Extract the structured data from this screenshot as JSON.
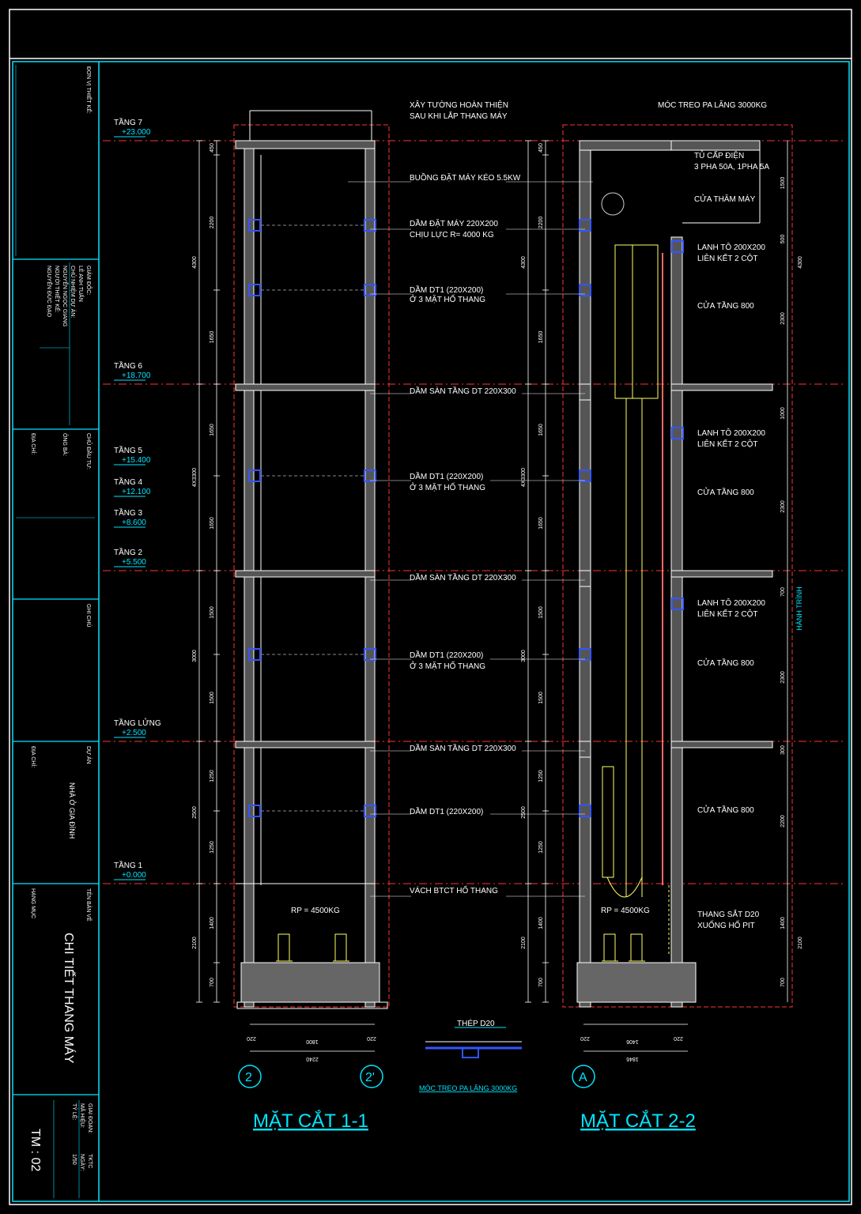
{
  "colors": {
    "bg": "#000000",
    "wall": "#ffffff",
    "level": "#ff3333",
    "cyan": "#00e5ff",
    "yellow": "#ffff66",
    "beam": "#3355ff",
    "hatch": "#888888"
  },
  "levels": [
    {
      "name": "TẦNG 7",
      "elev": "+23.000"
    },
    {
      "name": "TẦNG 6",
      "elev": "+18.700"
    },
    {
      "name": "TẦNG 5",
      "elev": "+15.400"
    },
    {
      "name": "TẦNG 4",
      "elev": "+12.100"
    },
    {
      "name": "TẦNG 3",
      "elev": "+8.600"
    },
    {
      "name": "TẦNG 2",
      "elev": "+5.500"
    },
    {
      "name": "TẦNG LỬNG",
      "elev": "+2.500"
    },
    {
      "name": "TẦNG 1",
      "elev": "+0.000"
    }
  ],
  "left_dims": {
    "outer": [
      "4300",
      "4X3300",
      "3000",
      "2500",
      "2100"
    ],
    "inner": [
      "450",
      "2200",
      "1650",
      "1650",
      "1650",
      "1500",
      "1500",
      "1250",
      "1250",
      "1400",
      "700"
    ]
  },
  "mid_dims": {
    "outer": [
      "4300",
      "4X3300",
      "3000",
      "2500",
      "2100"
    ],
    "inner": [
      "450",
      "2200",
      "1650",
      "1650",
      "1650",
      "1500",
      "1500",
      "1250",
      "1250",
      "1400",
      "700"
    ]
  },
  "right_dims": [
    "1500",
    "500",
    "4300",
    "2300",
    "1000",
    "2300",
    "700",
    "2300",
    "300",
    "2200",
    "2100",
    "1400",
    "700"
  ],
  "travel_label": "HÀNH TRÌNH",
  "labels_center": [
    "XÂY TƯỜNG HOÀN THIỆN",
    "SAU KHI LẮP THANG MÁY",
    "BUỒNG ĐẶT MÁY KÉO 5.5KW",
    "DẦM ĐẶT MÁY 220X200",
    "CHỊU LỰC R= 4000 KG",
    "DẦM DT1 (220X200)",
    "Ở 3 MẶT HỐ THANG",
    "DẦM SÀN TẦNG DT 220X300",
    "DẦM DT1 (220X200)",
    "Ở 3 MẶT HỐ THANG",
    "DẦM SÀN TẦNG DT 220X300",
    "DẦM DT1 (220X200)",
    "Ở 3 MẶT HỐ THANG",
    "DẦM SÀN TẦNG DT 220X300",
    "DẦM DT1 (220X200)",
    "VÁCH BTCT HỐ THANG"
  ],
  "labels_right": [
    "MÓC TREO PA LĂNG 3000KG",
    "TỦ CẤP ĐIỆN",
    "3 PHA 50A, 1PHA 5A",
    "CỬA THĂM MÁY",
    "LANH TÔ 200X200",
    "LIÊN KẾT 2 CỘT",
    "CỬA TẦNG 800",
    "LANH TÔ 200X200",
    "LIÊN KẾT 2 CỘT",
    "CỬA TẦNG 800",
    "LANH TÔ 200X200",
    "LIÊN KẾT 2 CỘT",
    "CỬA TẦNG 800",
    "CỬA TẦNG 800",
    "THANG SẮT D20",
    "XUỐNG HỐ PIT"
  ],
  "rp": "RP = 4500KG",
  "bottom_left": {
    "d1": "220",
    "d2": "1800",
    "d3": "220",
    "total": "2240",
    "axis1": "2",
    "axis2": "2'"
  },
  "bottom_right": {
    "d1": "220",
    "d2": "1406",
    "d3": "220",
    "total": "1846",
    "axis": "A"
  },
  "detail": {
    "title": "THÉP D20",
    "caption": "MÓC TREO PA LĂNG 3000KG"
  },
  "section_titles": [
    "MẶT CẮT 1-1",
    "MẶT CẮT 2-2"
  ],
  "titleblock": {
    "owner": "ĐƠN VỊ THIẾT KẾ:",
    "roles": [
      "GIÁM ĐỐC:",
      "LÊ ANH TUẤN",
      "CHỦ NHIỆM DỰ ÁN:",
      "NGUYỄN NGỌC GIANG",
      "NGƯỜI THIẾT KẾ:",
      "NGUYỄN ĐỨC ĐẠO"
    ],
    "investor": "CHỦ ĐẦU TƯ:",
    "investor_name": "ÔNG BÀ:",
    "address": "ĐỊA CHỈ:",
    "notes": "GHI CHÚ",
    "project": "DỰ ÁN",
    "project_name": "NHÀ Ở GIA ĐÌNH",
    "project_addr": "ĐỊA CHỈ:",
    "drawing": "TÊN BẢN VẼ",
    "category": "HẠNG MỤC",
    "drawing_name": "CHI TIẾT THANG MÁY",
    "sheet": "TM : 02",
    "meta": [
      "GIAI ĐOẠN:",
      "TKTC",
      "MÃ HIỆU:",
      "NGÀY:",
      "TỶ LỆ:",
      "1/50"
    ]
  }
}
